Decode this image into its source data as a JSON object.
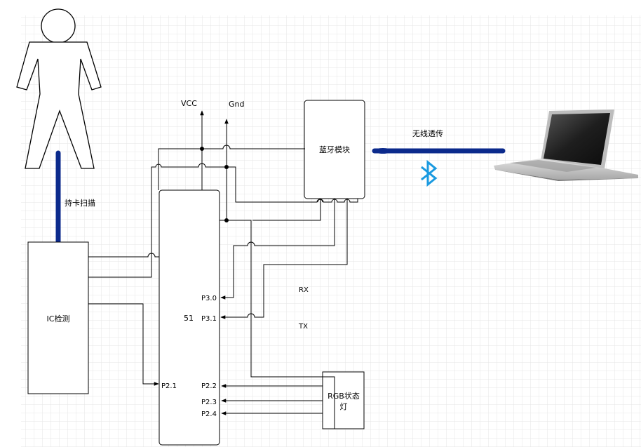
{
  "colors": {
    "grid": "#e6e6e6",
    "line": "#000000",
    "wire_blue": "#0b2a8c",
    "bluetooth": "#1a9ae0",
    "laptop_body": "#c8c8c8",
    "laptop_screen": "#2a2a2a"
  },
  "labels": {
    "vcc": "VCC",
    "gnd": "Gnd",
    "bluetooth_module": "蓝牙模块",
    "wireless": "无线透传",
    "card_scan": "持卡扫描",
    "ic_detect": "IC检测",
    "mcu": "51",
    "p30": "P3.0",
    "p31": "P3.1",
    "p21": "P2.1",
    "p22": "P2.2",
    "p23": "P2.3",
    "p24": "P2.4",
    "rx": "RX",
    "tx": "TX",
    "rgb_line1": "RGB状态",
    "rgb_line2": "灯"
  },
  "icons": {
    "person": "person-outline-icon",
    "bluetooth": "bluetooth-icon",
    "laptop": "laptop-icon"
  }
}
